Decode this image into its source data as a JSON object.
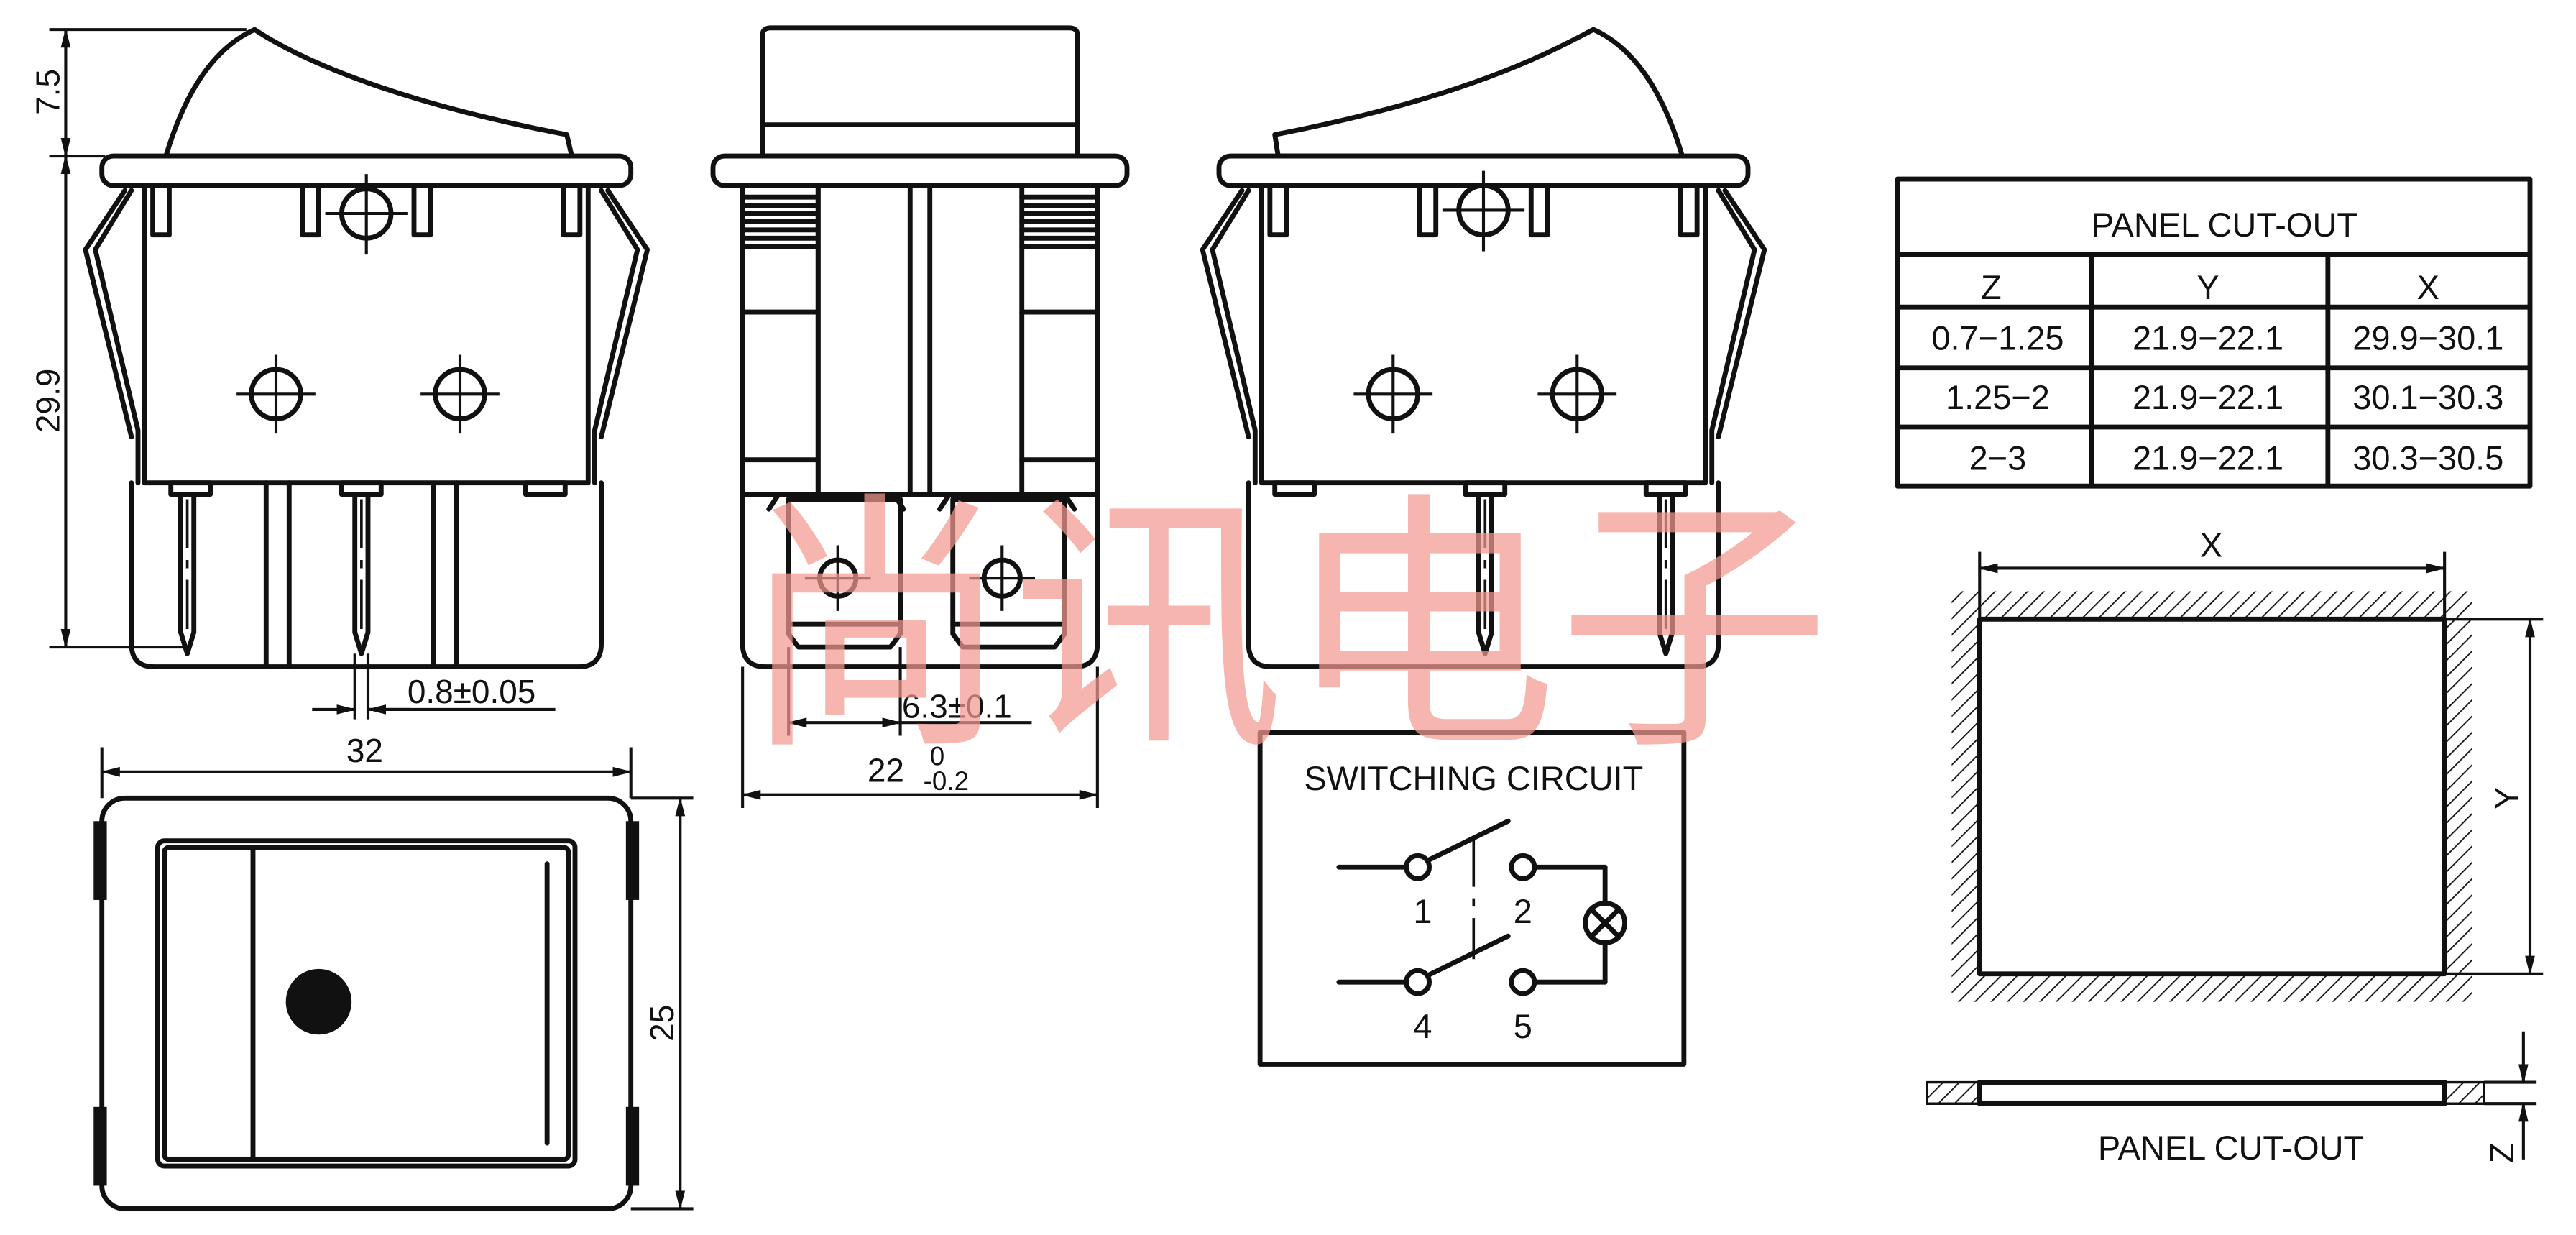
{
  "dimensions": {
    "height_top": "7.5",
    "height_body": "29.9",
    "pin_width": "0.8±0.05",
    "width": "32",
    "terminal_width": "6.3±0.1",
    "depth_nominal": "22",
    "depth_upper_tolerance": "0",
    "depth_lower_tolerance": "-0.2",
    "front_height": "25"
  },
  "panel_table": {
    "title": "PANEL CUT-OUT",
    "headers": [
      "Z",
      "Y",
      "X"
    ],
    "rows": [
      [
        "0.7−1.25",
        "21.9−22.1",
        "29.9−30.1"
      ],
      [
        "1.25−2",
        "21.9−22.1",
        "30.1−30.3"
      ],
      [
        "2−3",
        "21.9−22.1",
        "30.3−30.5"
      ]
    ]
  },
  "circuit": {
    "title": "SWITCHING CIRCUIT",
    "terminals": [
      "1",
      "2",
      "4",
      "5"
    ]
  },
  "cutout": {
    "x_label": "X",
    "y_label": "Y",
    "z_label": "Z",
    "caption": "PANEL CUT-OUT"
  },
  "watermark": "尚讯电子"
}
